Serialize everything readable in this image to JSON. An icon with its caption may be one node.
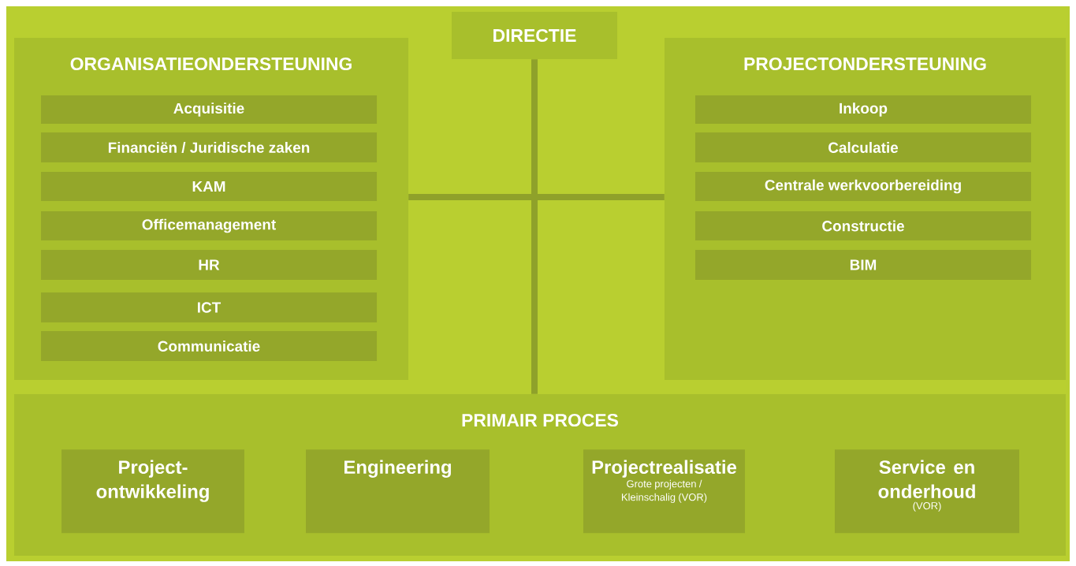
{
  "diagram": {
    "nodes": [
      {
        "text": [
          "DIRECTIE"
        ]
      },
      {
        "text": [
          "ORGANISATIEONDERSTEUNING"
        ]
      },
      {
        "text": [
          "Acquisitie"
        ],
        "in": 1
      },
      {
        "text": [
          "Financiën / Juridische zaken"
        ],
        "in": 1
      },
      {
        "text": [
          "KAM"
        ],
        "in": 1
      },
      {
        "text": [
          "Officemanagement"
        ],
        "in": 1
      },
      {
        "text": [
          "HR"
        ],
        "in": 1
      },
      {
        "text": [
          "ICT"
        ],
        "in": 1
      },
      {
        "text": [
          "Communicatie"
        ],
        "in": 1
      },
      {
        "text": [
          "PROJECTONDERSTEUNING"
        ]
      },
      {
        "text": [
          "Inkoop"
        ],
        "in": 9
      },
      {
        "text": [
          "Calculatie"
        ],
        "in": 9
      },
      {
        "text": [
          "Centrale werkvoorbereiding"
        ],
        "in": 9
      },
      {
        "text": [
          "Constructie"
        ],
        "in": 9
      },
      {
        "text": [
          "BIM"
        ],
        "in": 9
      },
      {
        "text": [
          "PRIMAIR PROCES"
        ]
      },
      {
        "text": [
          "Project- ontwikkeling"
        ],
        "in": 15
      },
      {
        "text": [
          "Engineering"
        ],
        "in": 15
      },
      {
        "text": [
          "Projectrealisatie",
          "Grote projecten / Kleinschalig (VOR)"
        ],
        "in": 15
      },
      {
        "text": [
          "Service en onderhoud",
          "(VOR)"
        ],
        "in": 15
      }
    ],
    "edges": [
      {
        "from": 0,
        "to": 15,
        "arrow": "none"
      },
      {
        "from": 1,
        "to": 9,
        "arrow": "none"
      }
    ]
  }
}
